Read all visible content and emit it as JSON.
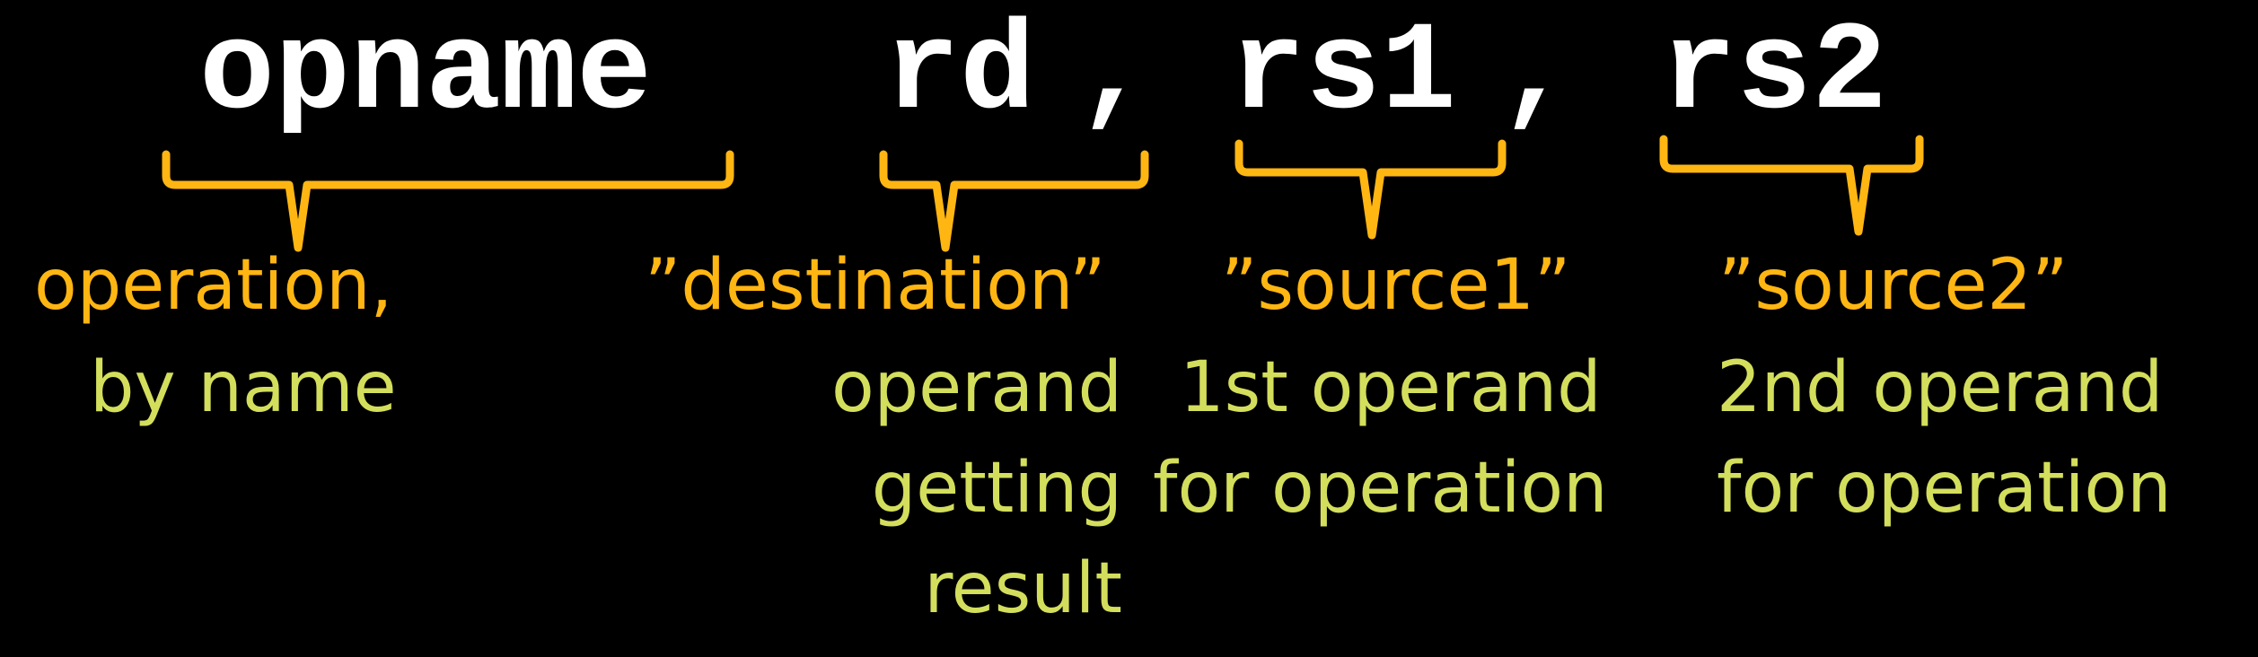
{
  "instruction": {
    "opname": "opname",
    "rd": "rd",
    "comma1": ",",
    "rs1": "rs1",
    "comma2": ",",
    "rs2": "rs2"
  },
  "labels": {
    "operation": {
      "title": "operation,",
      "desc": [
        "by name"
      ]
    },
    "destination": {
      "title": "”destination”",
      "desc": [
        "operand",
        "getting",
        "result"
      ]
    },
    "source1": {
      "title": "”source1”",
      "desc": [
        "1st operand",
        "for operation"
      ]
    },
    "source2": {
      "title": "”source2”",
      "desc": [
        "2nd operand",
        "for operation"
      ]
    }
  },
  "colors": {
    "background": "#000000",
    "code_text": "#ffffff",
    "bracket_and_title": "#ffb612",
    "description": "#d3de5c"
  }
}
